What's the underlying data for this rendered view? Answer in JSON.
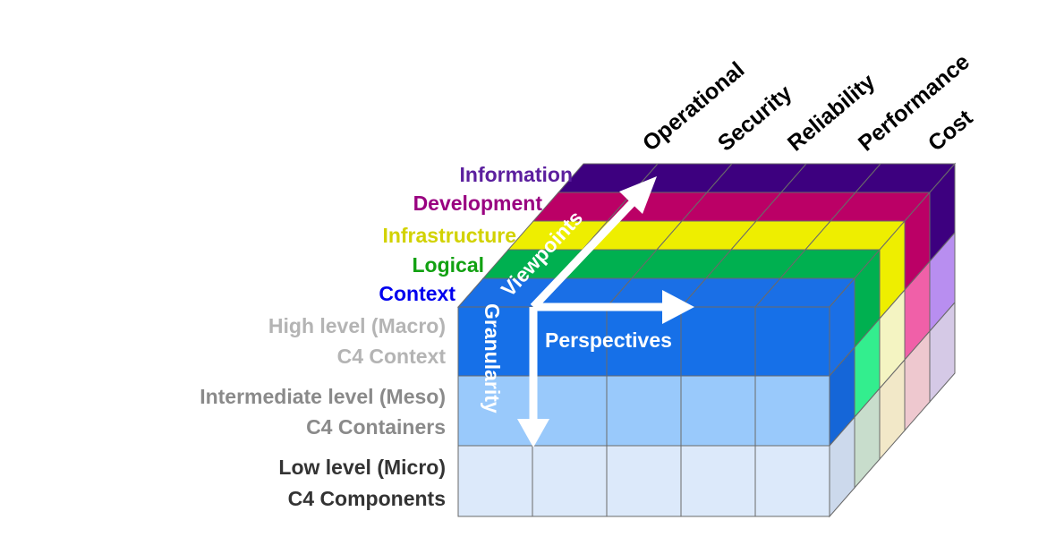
{
  "perspectives": [
    {
      "label": "Operational"
    },
    {
      "label": "Security"
    },
    {
      "label": "Reliability"
    },
    {
      "label": "Performance"
    },
    {
      "label": "Cost"
    }
  ],
  "viewpoints": [
    {
      "label": "Information",
      "color": "#5b1f9e",
      "layer_color": "#3d007f",
      "side_mid": "#b88ef0",
      "side_low": "#d5c9e6"
    },
    {
      "label": "Development",
      "color": "#990080",
      "layer_color": "#bb0066",
      "side_mid": "#f060a8",
      "side_low": "#eec8cf"
    },
    {
      "label": "Infrastructure",
      "color": "#d2d200",
      "layer_color": "#eeee00",
      "side_mid": "#f4f4c2",
      "side_low": "#f2e8c8"
    },
    {
      "label": "Logical",
      "color": "#12a112",
      "layer_color": "#00b050",
      "side_mid": "#33ee8e",
      "side_low": "#c8ddcc"
    },
    {
      "label": "Context",
      "color": "#0000ee",
      "layer_color": "#1a6fe6",
      "side_mid": "#1566d8",
      "side_low": "#ccd9ec"
    }
  ],
  "granularity": [
    {
      "line1": "High level  (Macro)",
      "line2": "C4 Context",
      "color": "#b4b4b4",
      "fill": "#1670e8"
    },
    {
      "line1": "Intermediate level (Meso)",
      "line2": "C4 Containers",
      "color": "#8a8a8a",
      "fill": "#99c9fb"
    },
    {
      "line1": "Low level (Micro)",
      "line2": "C4 Components",
      "color": "#333333",
      "fill": "#dce9fa"
    }
  ],
  "axes": {
    "viewpoints": "Viewpoints",
    "perspectives": "Perspectives",
    "granularity": "Granularity"
  }
}
